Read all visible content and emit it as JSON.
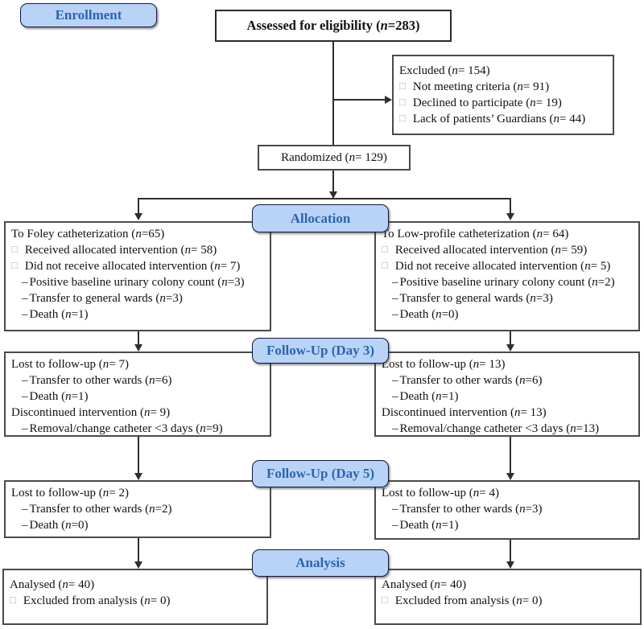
{
  "colors": {
    "stage_fill": "#b9d3f7",
    "stage_text": "#2c64ae",
    "line": "#2e2e2e",
    "bullet": "#b3b3b3"
  },
  "stage_labels": {
    "enrollment": "Enrollment",
    "allocation": "Allocation",
    "followup_day3": "Follow-Up (Day 3)",
    "followup_day5": "Follow-Up (Day 5)",
    "analysis": "Analysis"
  },
  "boxes": {
    "assessed": {
      "title": "Assessed for eligibility (n=283)"
    },
    "randomized": {
      "title": "Randomized (n= 129)"
    },
    "excluded": {
      "lines": [
        {
          "b": "none",
          "t": "Excluded (n= 154)"
        },
        {
          "b": "sq",
          "t": "Not meeting criteria (n= 91)"
        },
        {
          "b": "sq",
          "t": "Declined to participate (n= 19)"
        },
        {
          "b": "sq",
          "t": "Lack of patients’ Guardians  (n= 44)"
        }
      ]
    },
    "allocation_left": {
      "lines": [
        {
          "b": "none",
          "t": "To Foley catheterization (n=65)"
        },
        {
          "b": "sq",
          "t": "Received allocated intervention (n= 58)"
        },
        {
          "b": "sq",
          "t": "Did not receive allocated intervention (n= 7)"
        },
        {
          "b": "dash",
          "t": "Positive baseline urinary colony count (n=3)"
        },
        {
          "b": "dash",
          "t": "Transfer to general wards (n=3)"
        },
        {
          "b": "dash",
          "t": "Death (n=1)"
        }
      ]
    },
    "allocation_right": {
      "lines": [
        {
          "b": "none",
          "t": "To Low-profile catheterization (n= 64)"
        },
        {
          "b": "sq",
          "t": "Received allocated intervention (n= 59)"
        },
        {
          "b": "sq",
          "t": "Did not receive allocated intervention (n= 5)"
        },
        {
          "b": "dash",
          "t": "Positive baseline urinary colony count (n=2)"
        },
        {
          "b": "dash",
          "t": "Transfer to general wards (n=3)"
        },
        {
          "b": "dash",
          "t": "Death (n=0)"
        }
      ]
    },
    "followup3_left": {
      "lines": [
        {
          "b": "none",
          "t": "Lost to follow-up (n= 7)"
        },
        {
          "b": "dash",
          "t": "Transfer to other wards (n=6)"
        },
        {
          "b": "dash",
          "t": "Death (n=1)"
        },
        {
          "b": "none",
          "t": "Discontinued intervention (n= 9)"
        },
        {
          "b": "dash",
          "t": "Removal/change catheter <3 days (n=9)"
        }
      ]
    },
    "followup3_right": {
      "lines": [
        {
          "b": "none",
          "t": "Lost to follow-up (n= 13)"
        },
        {
          "b": "dash",
          "t": "Transfer to other wards (n=6)"
        },
        {
          "b": "dash",
          "t": "Death (n=1)"
        },
        {
          "b": "none",
          "t": "Discontinued intervention (n= 13)"
        },
        {
          "b": "dash",
          "t": "Removal/change catheter <3 days (n=13)"
        }
      ]
    },
    "followup5_left": {
      "lines": [
        {
          "b": "none",
          "t": "Lost to follow-up (n= 2)"
        },
        {
          "b": "dash",
          "t": "Transfer to other wards (n=2)"
        },
        {
          "b": "dash",
          "t": "Death (n=0)"
        }
      ]
    },
    "followup5_right": {
      "lines": [
        {
          "b": "none",
          "t": "Lost to follow-up (n= 4)"
        },
        {
          "b": "dash",
          "t": "Transfer to other wards (n=3)"
        },
        {
          "b": "dash",
          "t": "Death (n=1)"
        }
      ]
    },
    "analysis_left": {
      "lines": [
        {
          "b": "none",
          "t": "Analysed (n= 40)"
        },
        {
          "b": "sq",
          "t": "Excluded from analysis (n= 0)"
        }
      ]
    },
    "analysis_right": {
      "lines": [
        {
          "b": "none",
          "t": "Analysed (n= 40)"
        },
        {
          "b": "sq",
          "t": "Excluded from analysis (n= 0)"
        }
      ]
    }
  }
}
